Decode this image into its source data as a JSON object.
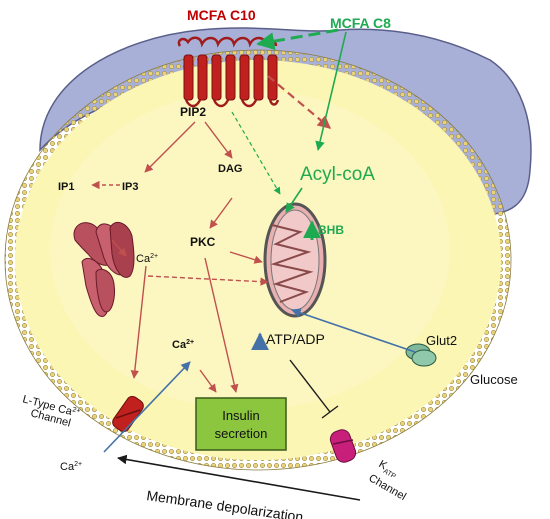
{
  "labels": {
    "mcfa_c10": "MCFA C10",
    "mcfa_c8": "MCFA C8",
    "pip2": "PIP2",
    "ip1": "IP1",
    "ip3": "IP3",
    "dag": "DAG",
    "acyl_coa": "Acyl-coA",
    "bhb": "BHB",
    "pkc": "PKC",
    "ca_cytosol": "Ca",
    "ca_influx": "Ca",
    "ca_outside": "Ca",
    "ca_sup": "2+",
    "atp_adp": "ATP/ADP",
    "glut2": "Glut2",
    "glucose": "Glucose",
    "ltype_line1": "L-Type Ca",
    "ltype_sup": "2+",
    "ltype_line2": "Channel",
    "insulin_line1": "Insulin",
    "insulin_line2": "secretion",
    "katp_k": "K",
    "katp_sub": "ATP",
    "katp_line2": "Channel",
    "membrane_depolarization": "Membrane depolarization"
  },
  "colors": {
    "red_arrow": "#c0504d",
    "green_arrow": "#1eaa50",
    "blue_arrow": "#4472a8",
    "mcfa_c10_text": "#c00000",
    "mcfa_c8_text": "#1eaa50",
    "insulin_box": "#8cc63f",
    "cell_fill": "#fbf6b4",
    "nucleus_fill": "#a8b0d8"
  }
}
